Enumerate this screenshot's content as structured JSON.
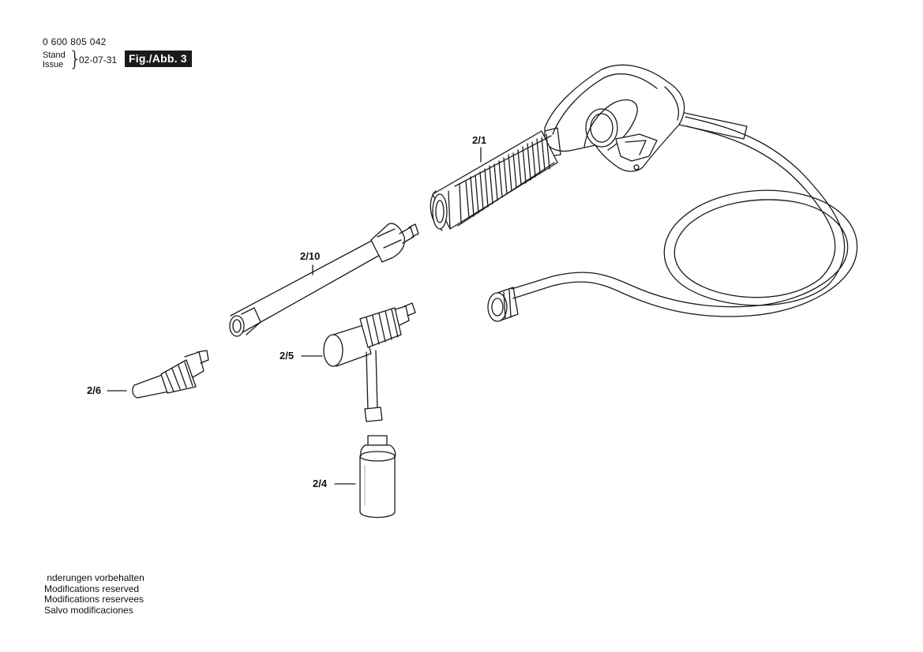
{
  "header": {
    "part_number": "0 600 805 042",
    "stand_label": "Stand",
    "issue_label": "Issue",
    "issue_date": "02-07-31",
    "figure_label": "Fig./Abb. 3"
  },
  "callouts": [
    {
      "id": "2-1",
      "label": "2/1"
    },
    {
      "id": "2-10",
      "label": "2/10"
    },
    {
      "id": "2-5",
      "label": "2/5"
    },
    {
      "id": "2-6",
      "label": "2/6"
    },
    {
      "id": "2-4",
      "label": "2/4"
    }
  ],
  "footer": {
    "lines": [
      " nderungen vorbehalten",
      "Modifications reserved",
      "Modifications reservees",
      "Salvo modificaciones"
    ]
  },
  "colors": {
    "line": "#1a1a1a",
    "shade": "#d9d9d9",
    "badge_bg": "#1a1a1a",
    "badge_text": "#ffffff"
  }
}
